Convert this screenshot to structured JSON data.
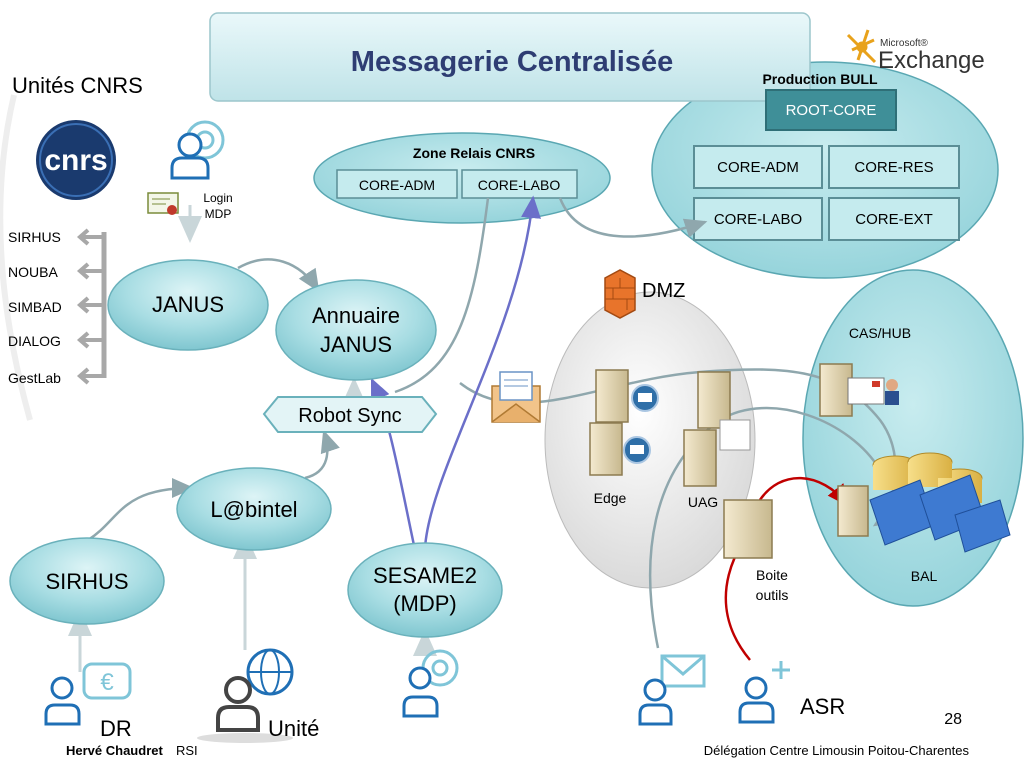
{
  "title": "Messagerie Centralisée",
  "logo_exchange": {
    "microsoft": "Microsoft®",
    "product": "Exchange"
  },
  "units": {
    "title": "Unités CNRS",
    "cnrs_logo": "cnrs",
    "apps": [
      "SIRHUS",
      "NOUBA",
      "SIMBAD",
      "DIALOG",
      "GestLab"
    ],
    "login": "Login",
    "mdp": "MDP"
  },
  "nodes": {
    "janus": "JANUS",
    "annuaire_1": "Annuaire",
    "annuaire_2": "JANUS",
    "robot_sync": "Robot Sync",
    "labintel": "L@bintel",
    "sirhus": "SIRHUS",
    "sesame_1": "SESAME2",
    "sesame_2": "(MDP)"
  },
  "relais": {
    "title": "Zone Relais CNRS",
    "boxes": [
      "CORE-ADM",
      "CORE-LABO"
    ]
  },
  "production": {
    "title": "Production BULL",
    "root": "ROOT-CORE",
    "boxes": [
      "CORE-ADM",
      "CORE-RES",
      "CORE-LABO",
      "CORE-EXT"
    ]
  },
  "dmz": {
    "title": "DMZ",
    "edge": "Edge",
    "uag": "UAG",
    "boite_1": "Boite",
    "boite_2": "outils"
  },
  "cas": {
    "title": "CAS/HUB",
    "bal": "BAL"
  },
  "people": {
    "dr": "DR",
    "unite": "Unité",
    "asr": "ASR"
  },
  "footer": {
    "author": "Hervé Chaudret",
    "role": "RSI",
    "delegation": "Délégation Centre Limousin Poitou-Charentes",
    "page": "28"
  },
  "colors": {
    "node_fill": "#a8dde3",
    "node_dark": "#4a9aa6",
    "banner": "#d6f0f3",
    "root_core": "#3f8f98",
    "title_text": "#2e3d73",
    "user_icon": "#1f6fb5",
    "link_gray": "#8fa7ad",
    "link_blue": "#6b6fc9",
    "link_red": "#c00000"
  }
}
